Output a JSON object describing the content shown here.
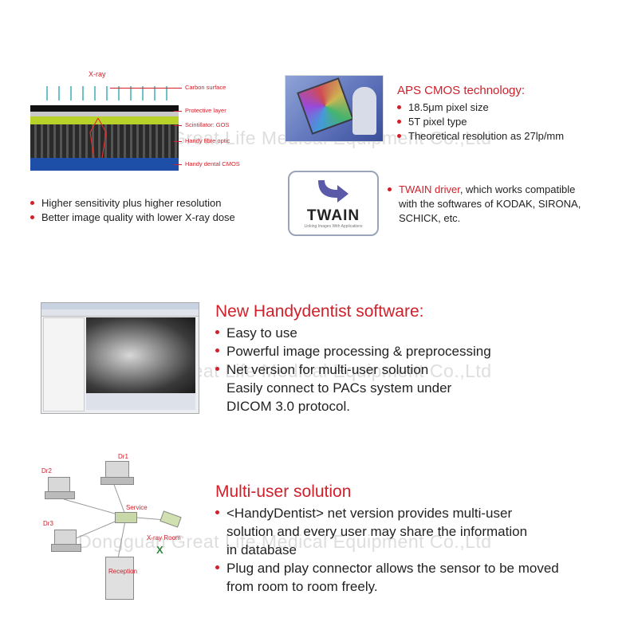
{
  "sensor_diagram": {
    "xray_label": "X-ray",
    "layers": [
      "Carbon surface",
      "Protective layer",
      "Scintillator: GOS",
      "Handy fibre optic",
      "Handy dental CMOS"
    ]
  },
  "left_bullets": [
    "Higher sensitivity plus higher resolution",
    "Better image quality with lower X-ray dose"
  ],
  "aps": {
    "title": "APS CMOS technology:",
    "bullets": [
      "18.5μm pixel size",
      "5T pixel type",
      "Theoretical resolution as 27lp/mm"
    ]
  },
  "twain": {
    "logo_text": "TWAIN",
    "logo_subtext": "Linking Images With Applications",
    "highlight": "TWAIN driver",
    "text_rest": ", which works compatible",
    "line2": "with the softwares of KODAK, SIRONA,",
    "line3": "SCHICK, etc."
  },
  "software": {
    "title": "New Handydentist software:",
    "bullets": [
      "Easy to use",
      "Powerful image processing & preprocessing",
      "Net version for multi-user solution"
    ],
    "cont_line1": "Easily connect to PACs system under",
    "cont_line2": "DICOM 3.0 protocol."
  },
  "multiuser": {
    "title": "Multi-user solution",
    "b1_line1": "<HandyDentist> net version provides multi-user",
    "b1_line2": "solution and every user may share the information",
    "b1_line3": "in database",
    "b2_line1": "Plug and play connector allows the sensor to be moved",
    "b2_line2": "from  room to room freely."
  },
  "network": {
    "dr1": "Dr1",
    "dr2": "Dr2",
    "dr3": "Dr3",
    "service": "Service",
    "xray_room": "X-ray Room",
    "reception": "Reception",
    "x_mark": "X"
  },
  "watermark": "Dongguan Great Life Medical Equipment Co.,Ltd",
  "colors": {
    "accent": "#d0202a",
    "sensor_green": "#b8d22a",
    "sensor_blue": "#1e4fa8"
  }
}
